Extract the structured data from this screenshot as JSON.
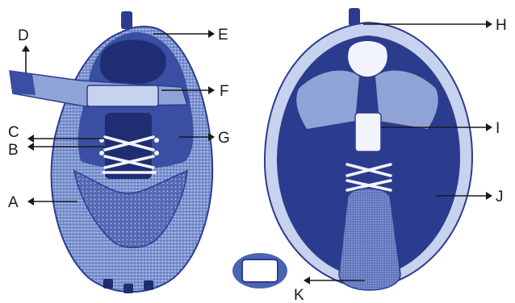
{
  "labels": {
    "a": "A",
    "b": "B",
    "c": "C",
    "d": "D",
    "e": "E",
    "f": "F",
    "g": "G",
    "h": "H",
    "i": "I",
    "j": "J",
    "k": "K"
  },
  "colors": {
    "dark_blue": "#2b3c8f",
    "mid_blue": "#4a64b3",
    "light_blue": "#8fa3d6",
    "pale": "#c6d2ee",
    "lace": "#f2f4fb",
    "ink": "#1a1a1a"
  }
}
